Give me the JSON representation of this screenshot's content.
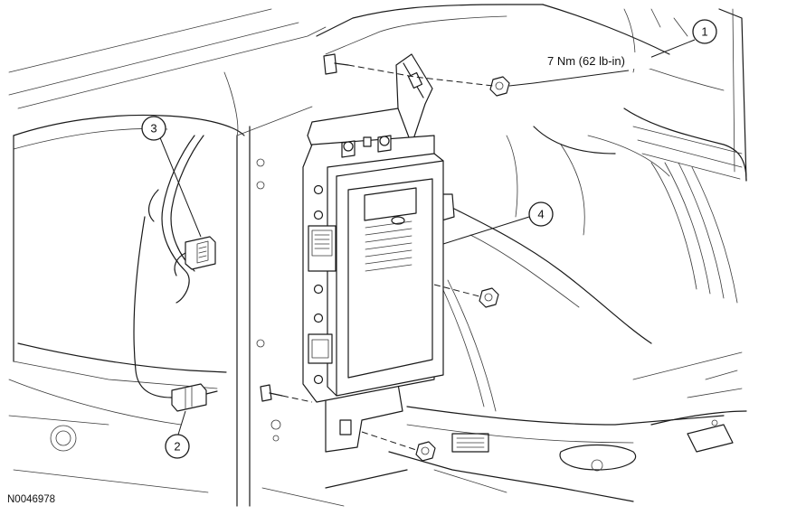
{
  "callouts": [
    {
      "id": "callout-1",
      "label": "1"
    },
    {
      "id": "callout-2",
      "label": "2"
    },
    {
      "id": "callout-3",
      "label": "3"
    },
    {
      "id": "callout-4",
      "label": "4"
    }
  ],
  "torque_spec": "7 Nm (62 lb-in)",
  "figure_id": "N0046978"
}
